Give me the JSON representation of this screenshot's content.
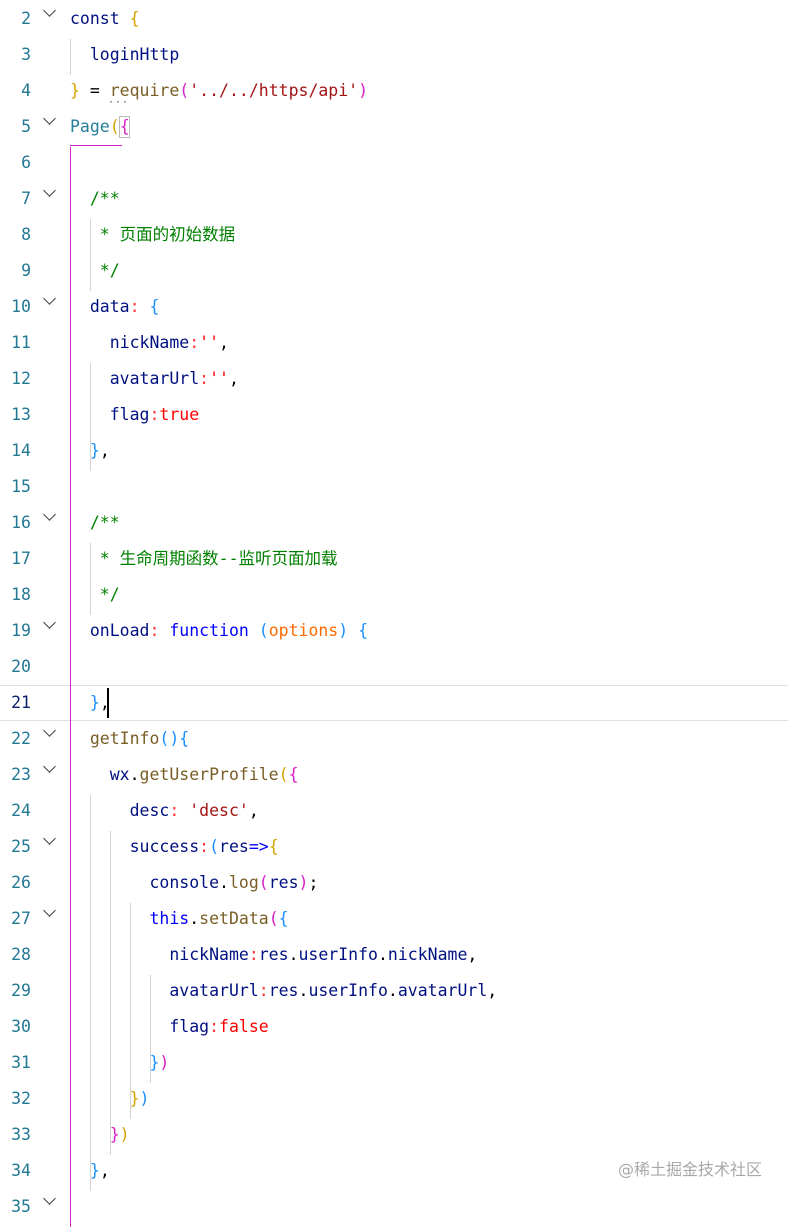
{
  "editor": {
    "colors": {
      "line_number": "#237893",
      "active_line_number": "#0b216f",
      "keyword": "#0000ff",
      "string": "#a31515",
      "comment": "#008000",
      "bracket_gold": "#d4a300",
      "bracket_magenta": "#d61fc6",
      "bracket_blue": "#1a8fff",
      "active_guide": "#d61fc6"
    },
    "active_line": 21,
    "lines": [
      {
        "num": "2",
        "fold": true,
        "tokens": [
          [
            "t-var",
            "const "
          ],
          [
            "t-b1",
            "{"
          ]
        ]
      },
      {
        "num": "3",
        "fold": false,
        "tokens": [
          [
            "t-var",
            "  loginHttp"
          ]
        ]
      },
      {
        "num": "4",
        "fold": false,
        "tokens": [
          [
            "t-b1",
            "}"
          ],
          [
            "t-op",
            " = "
          ],
          [
            "t-fn",
            "require"
          ],
          [
            "t-b2",
            "("
          ],
          [
            "t-str",
            "'../../https/api'"
          ],
          [
            "t-b2",
            ")"
          ]
        ]
      },
      {
        "num": "5",
        "fold": true,
        "tokens": [
          [
            "t-fn2",
            "Page"
          ],
          [
            "t-b1",
            "("
          ],
          [
            "t-b2",
            "{"
          ]
        ]
      },
      {
        "num": "6",
        "fold": false,
        "tokens": []
      },
      {
        "num": "7",
        "fold": true,
        "tokens": [
          [
            "t-cmt",
            "  /**"
          ]
        ]
      },
      {
        "num": "8",
        "fold": false,
        "tokens": [
          [
            "t-cmt",
            "   * 页面的初始数据"
          ]
        ]
      },
      {
        "num": "9",
        "fold": false,
        "tokens": [
          [
            "t-cmt",
            "   */"
          ]
        ]
      },
      {
        "num": "10",
        "fold": true,
        "tokens": [
          [
            "t-var",
            "  data"
          ],
          [
            "t-colon",
            ":"
          ],
          [
            "t-op",
            " "
          ],
          [
            "t-b3",
            "{"
          ]
        ]
      },
      {
        "num": "11",
        "fold": false,
        "tokens": [
          [
            "t-var",
            "    nickName"
          ],
          [
            "t-colon",
            ":"
          ],
          [
            "t-str2",
            "''"
          ],
          [
            "t-op",
            ","
          ]
        ]
      },
      {
        "num": "12",
        "fold": false,
        "tokens": [
          [
            "t-var",
            "    avatarUrl"
          ],
          [
            "t-colon",
            ":"
          ],
          [
            "t-str2",
            "''"
          ],
          [
            "t-op",
            ","
          ]
        ]
      },
      {
        "num": "13",
        "fold": false,
        "tokens": [
          [
            "t-var",
            "    flag"
          ],
          [
            "t-colon",
            ":"
          ],
          [
            "t-bool",
            "true"
          ]
        ]
      },
      {
        "num": "14",
        "fold": false,
        "tokens": [
          [
            "t-b3",
            "  }"
          ],
          [
            "t-op",
            ","
          ]
        ]
      },
      {
        "num": "15",
        "fold": false,
        "tokens": []
      },
      {
        "num": "16",
        "fold": true,
        "tokens": [
          [
            "t-cmt",
            "  /**"
          ]
        ]
      },
      {
        "num": "17",
        "fold": false,
        "tokens": [
          [
            "t-cmt",
            "   * 生命周期函数--监听页面加载"
          ]
        ]
      },
      {
        "num": "18",
        "fold": false,
        "tokens": [
          [
            "t-cmt",
            "   */"
          ]
        ]
      },
      {
        "num": "19",
        "fold": true,
        "tokens": [
          [
            "t-var",
            "  onLoad"
          ],
          [
            "t-colon",
            ":"
          ],
          [
            "t-kw",
            " function "
          ],
          [
            "t-b3",
            "("
          ],
          [
            "t-param",
            "options"
          ],
          [
            "t-b3",
            ")"
          ],
          [
            "t-op",
            " "
          ],
          [
            "t-b3",
            "{"
          ]
        ]
      },
      {
        "num": "20",
        "fold": false,
        "tokens": []
      },
      {
        "num": "21",
        "fold": false,
        "tokens": [
          [
            "t-b3",
            "  }"
          ],
          [
            "t-op",
            ","
          ]
        ]
      },
      {
        "num": "22",
        "fold": true,
        "tokens": [
          [
            "t-fn",
            "  getInfo"
          ],
          [
            "t-b3",
            "()"
          ],
          [
            "t-b3",
            "{"
          ]
        ]
      },
      {
        "num": "23",
        "fold": true,
        "tokens": [
          [
            "t-var",
            "    wx"
          ],
          [
            "t-op",
            "."
          ],
          [
            "t-fn",
            "getUserProfile"
          ],
          [
            "t-b1",
            "("
          ],
          [
            "t-b2",
            "{"
          ]
        ]
      },
      {
        "num": "24",
        "fold": false,
        "tokens": [
          [
            "t-var",
            "      desc"
          ],
          [
            "t-colon",
            ":"
          ],
          [
            "t-op",
            " "
          ],
          [
            "t-str",
            "'desc'"
          ],
          [
            "t-op",
            ","
          ]
        ]
      },
      {
        "num": "25",
        "fold": true,
        "tokens": [
          [
            "t-var",
            "      success"
          ],
          [
            "t-colon",
            ":"
          ],
          [
            "t-b3",
            "("
          ],
          [
            "t-var",
            "res"
          ],
          [
            "t-kw",
            "=>"
          ],
          [
            "t-b1",
            "{"
          ]
        ]
      },
      {
        "num": "26",
        "fold": false,
        "tokens": [
          [
            "t-var",
            "        console"
          ],
          [
            "t-op",
            "."
          ],
          [
            "t-fn",
            "log"
          ],
          [
            "t-b2",
            "("
          ],
          [
            "t-var",
            "res"
          ],
          [
            "t-b2",
            ")"
          ],
          [
            "t-op",
            ";"
          ]
        ]
      },
      {
        "num": "27",
        "fold": true,
        "tokens": [
          [
            "t-kw",
            "        this"
          ],
          [
            "t-op",
            "."
          ],
          [
            "t-fn",
            "setData"
          ],
          [
            "t-b2",
            "("
          ],
          [
            "t-b3",
            "{"
          ]
        ]
      },
      {
        "num": "28",
        "fold": false,
        "tokens": [
          [
            "t-var",
            "          nickName"
          ],
          [
            "t-colon",
            ":"
          ],
          [
            "t-var",
            "res"
          ],
          [
            "t-op",
            "."
          ],
          [
            "t-var",
            "userInfo"
          ],
          [
            "t-op",
            "."
          ],
          [
            "t-var",
            "nickName"
          ],
          [
            "t-op",
            ","
          ]
        ]
      },
      {
        "num": "29",
        "fold": false,
        "tokens": [
          [
            "t-var",
            "          avatarUrl"
          ],
          [
            "t-colon",
            ":"
          ],
          [
            "t-var",
            "res"
          ],
          [
            "t-op",
            "."
          ],
          [
            "t-var",
            "userInfo"
          ],
          [
            "t-op",
            "."
          ],
          [
            "t-var",
            "avatarUrl"
          ],
          [
            "t-op",
            ","
          ]
        ]
      },
      {
        "num": "30",
        "fold": false,
        "tokens": [
          [
            "t-var",
            "          flag"
          ],
          [
            "t-colon",
            ":"
          ],
          [
            "t-bool",
            "false"
          ]
        ]
      },
      {
        "num": "31",
        "fold": false,
        "tokens": [
          [
            "t-b3",
            "        }"
          ],
          [
            "t-b2",
            ")"
          ]
        ]
      },
      {
        "num": "32",
        "fold": false,
        "tokens": [
          [
            "t-b1",
            "      }"
          ],
          [
            "t-b3",
            ")"
          ]
        ]
      },
      {
        "num": "33",
        "fold": false,
        "tokens": [
          [
            "t-b2",
            "    }"
          ],
          [
            "t-b1",
            ")"
          ]
        ]
      },
      {
        "num": "34",
        "fold": false,
        "tokens": [
          [
            "t-b3",
            "  }"
          ],
          [
            "t-op",
            ","
          ]
        ]
      },
      {
        "num": "35",
        "fold": true,
        "tokens": []
      }
    ]
  },
  "watermark": "@稀土掘金技术社区"
}
